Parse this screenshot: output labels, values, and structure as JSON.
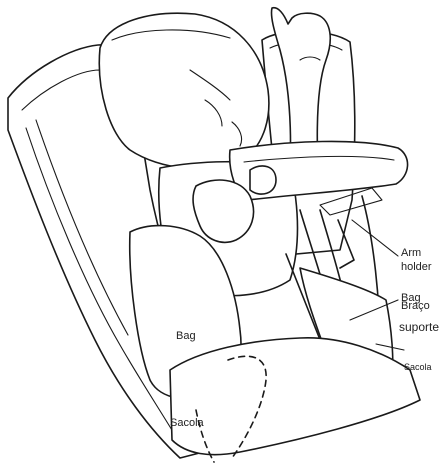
{
  "labels": {
    "arm_holder_en_line1": "Arm",
    "arm_holder_en_line2": "holder",
    "arm_holder_pt_line1": "Braço",
    "arm_holder_pt_line2": "suporte",
    "bag_right_en": "Bag",
    "bag_right_pt": "Sacola",
    "bag_center_en": "Bag",
    "bag_bottom_pt": "Sacola"
  }
}
